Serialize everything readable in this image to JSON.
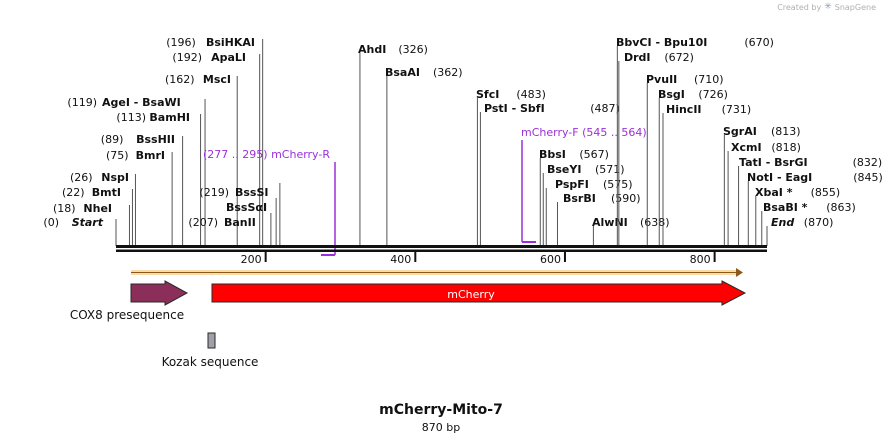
{
  "watermark": {
    "text": "Created by",
    "brand": "SnapGene"
  },
  "plasmid": {
    "name": "mCherry-Mito-7",
    "size_label": "870 bp",
    "length_bp": 870
  },
  "sites": [
    {
      "name": "Start",
      "pos_label": "(0)",
      "bp": 0,
      "italic": true
    },
    {
      "name": "NheI",
      "pos_label": "(18)",
      "bp": 18
    },
    {
      "name": "BmtI",
      "pos_label": "(22)",
      "bp": 22
    },
    {
      "name": "NspI",
      "pos_label": "(26)",
      "bp": 26
    },
    {
      "name": "BmrI",
      "pos_label": "(75)",
      "bp": 75
    },
    {
      "name": "BssHII",
      "pos_label": "(89)",
      "bp": 89
    },
    {
      "name": "BamHI",
      "pos_label": "(113)",
      "bp": 113
    },
    {
      "name": "AgeI",
      "name2": "BsaWI",
      "pos_label": "(119)",
      "bp": 119
    },
    {
      "name": "MscI",
      "pos_label": "(162)",
      "bp": 162
    },
    {
      "name": "ApaLI",
      "pos_label": "(192)",
      "bp": 192
    },
    {
      "name": "BsiHKAI",
      "pos_label": "(196)",
      "bp": 196
    },
    {
      "name": "BanII",
      "pos_label": "(207)",
      "bp": 207,
      "pos_left": true
    },
    {
      "name": "BssSαI",
      "bp": 214
    },
    {
      "name": "BssSI",
      "pos_label": "(219)",
      "bp": 219,
      "pos_left": true
    },
    {
      "name": "AhdI",
      "pos_label": "(326)",
      "bp": 326
    },
    {
      "name": "BsaAI",
      "pos_label": "(362)",
      "bp": 362
    },
    {
      "name": "SfcI",
      "pos_label": "(483)",
      "bp": 483
    },
    {
      "name": "PstI",
      "name2": "SbfI",
      "pos_label": "(487)",
      "bp": 487
    },
    {
      "name": "BbsI",
      "pos_label": "(567)",
      "bp": 567
    },
    {
      "name": "BseYI",
      "pos_label": "(571)",
      "bp": 571
    },
    {
      "name": "PspFI",
      "pos_label": "(575)",
      "bp": 575
    },
    {
      "name": "BsrBI",
      "pos_label": "(590)",
      "bp": 590
    },
    {
      "name": "AlwNI",
      "pos_label": "(638)",
      "bp": 638
    },
    {
      "name": "BbvCI",
      "name2": "Bpu10I",
      "pos_label": "(670)",
      "bp": 670
    },
    {
      "name": "DrdI",
      "pos_label": "(672)",
      "bp": 672
    },
    {
      "name": "PvuII",
      "pos_label": "(710)",
      "bp": 710
    },
    {
      "name": "BsgI",
      "pos_label": "(726)",
      "bp": 726
    },
    {
      "name": "HincII",
      "pos_label": "(731)",
      "bp": 731
    },
    {
      "name": "SgrAI",
      "pos_label": "(813)",
      "bp": 813
    },
    {
      "name": "XcmI",
      "pos_label": "(818)",
      "bp": 818
    },
    {
      "name": "TatI",
      "name2": "BsrGI",
      "pos_label": "(832)",
      "bp": 832
    },
    {
      "name": "NotI",
      "name2": "EagI",
      "pos_label": "(845)",
      "bp": 845
    },
    {
      "name": "XbaI *",
      "pos_label": "(855)",
      "bp": 855
    },
    {
      "name": "BsaBI *",
      "pos_label": "(863)",
      "bp": 863
    },
    {
      "name": "End",
      "pos_label": "(870)",
      "bp": 870,
      "italic": true
    }
  ],
  "primers": [
    {
      "name": "mCherry-R",
      "range_label": "(277 .. 295)",
      "color": "#9b30d9"
    },
    {
      "name": "mCherry-F",
      "range_label": "(545 .. 564)",
      "color": "#9b30d9"
    }
  ],
  "ticks": [
    {
      "bp": 200,
      "label": "200"
    },
    {
      "bp": 400,
      "label": "400"
    },
    {
      "bp": 600,
      "label": "600"
    },
    {
      "bp": 800,
      "label": "800"
    }
  ],
  "features": [
    {
      "name": "COX8 presequence",
      "color": "#8b2f5a",
      "type": "arrow"
    },
    {
      "name": "mCherry",
      "color": "#ff0000",
      "type": "arrow"
    },
    {
      "name": "Kozak sequence",
      "color": "#a0a0a8",
      "type": "box"
    }
  ],
  "orf_color": "#f2b23c"
}
